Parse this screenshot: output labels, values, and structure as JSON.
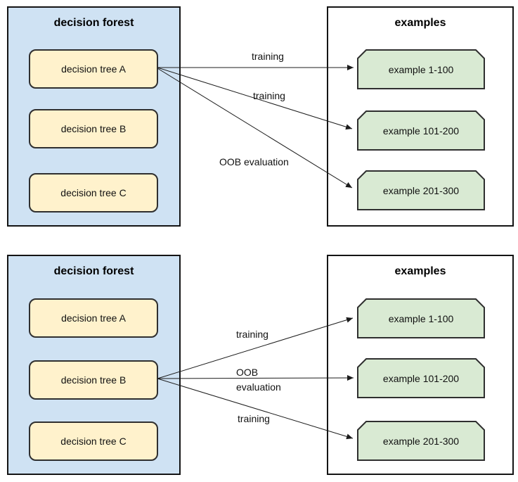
{
  "colors": {
    "forestFill": "#cfe2f3",
    "treeFill": "#fff2cc",
    "examplesFill": "#ffffff",
    "exampleFill": "#d9ead3",
    "shapeBorder": "#2f2f2f",
    "containerBorder": "#141414",
    "arrow": "#1c1c1c",
    "text": "#111111"
  },
  "panels": [
    {
      "forest": {
        "title": "decision forest",
        "trees": [
          "decision tree A",
          "decision tree B",
          "decision tree C"
        ]
      },
      "examples": {
        "title": "examples",
        "items": [
          "example 1-100",
          "example 101-200",
          "example 201-300"
        ]
      },
      "arrowLabels": [
        "training",
        "training",
        "OOB evaluation"
      ]
    },
    {
      "forest": {
        "title": "decision forest",
        "trees": [
          "decision tree A",
          "decision tree B",
          "decision tree C"
        ]
      },
      "examples": {
        "title": "examples",
        "items": [
          "example 1-100",
          "example 101-200",
          "example 201-300"
        ]
      },
      "arrowLabels": [
        "training",
        "OOB\nevaluation",
        "training"
      ]
    }
  ]
}
